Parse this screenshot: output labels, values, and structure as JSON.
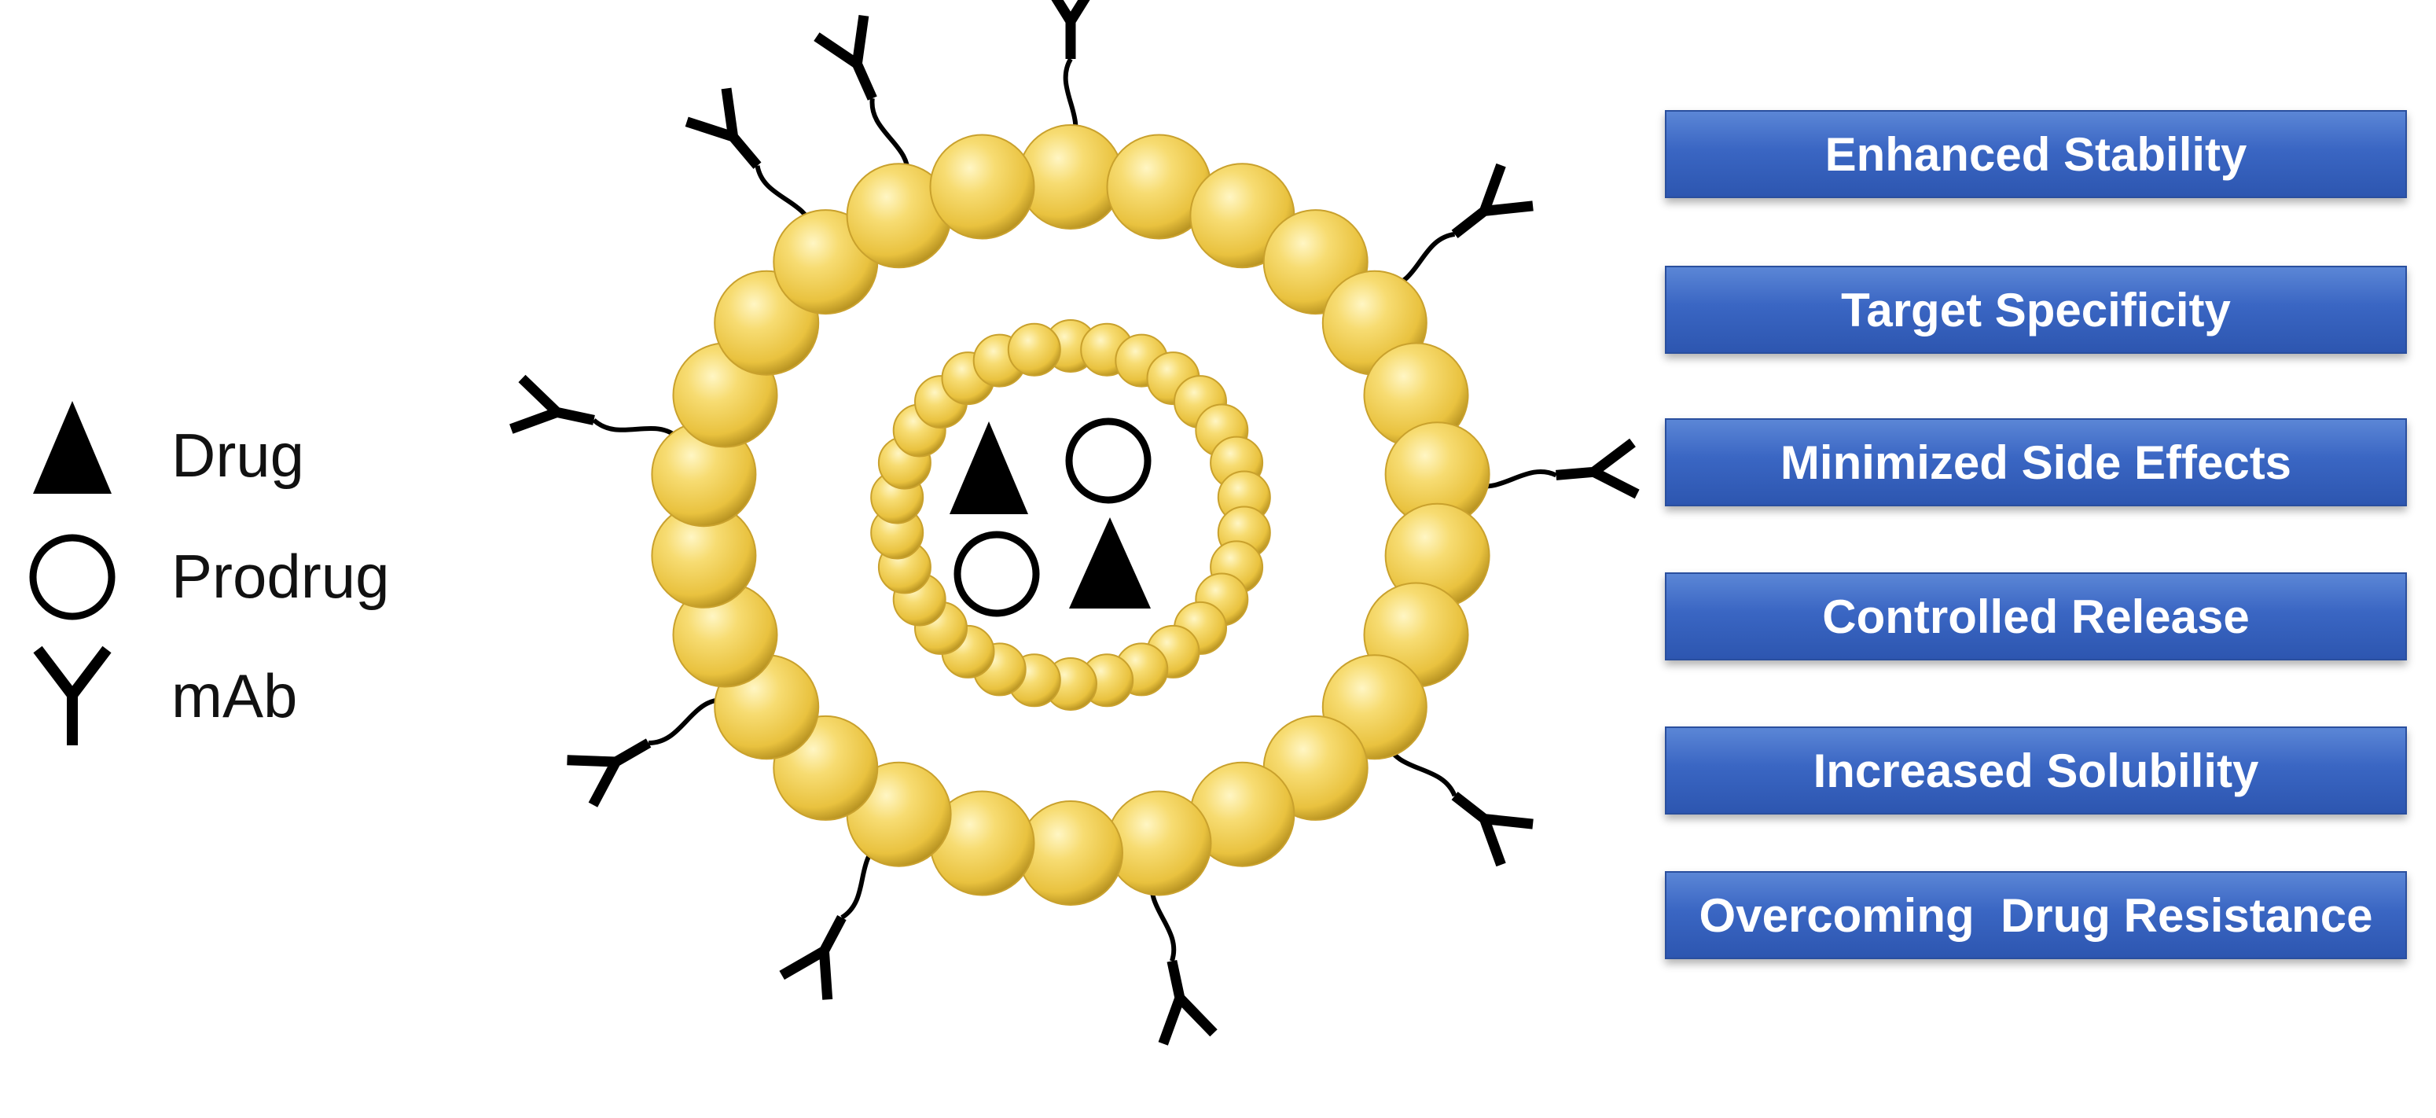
{
  "legend": {
    "drug_label": "Drug",
    "prodrug_label": "Prodrug",
    "mab_label": "mAb"
  },
  "benefits": [
    "Enhanced Stability",
    "Target Specificity",
    "Minimized Side Effects",
    "Controlled Release",
    "Increased Solubility",
    "Overcoming  Drug Resistance"
  ],
  "colors": {
    "lipid_bead": "#f2cf55",
    "benefit_box": "#3a66c3",
    "benefit_text": "#ffffff",
    "antibody": "#000000"
  },
  "nanoparticle": {
    "outer_beads": 26,
    "inner_beads": 30,
    "cargo": [
      "drug",
      "prodrug",
      "prodrug",
      "drug"
    ],
    "antibodies": 10
  }
}
